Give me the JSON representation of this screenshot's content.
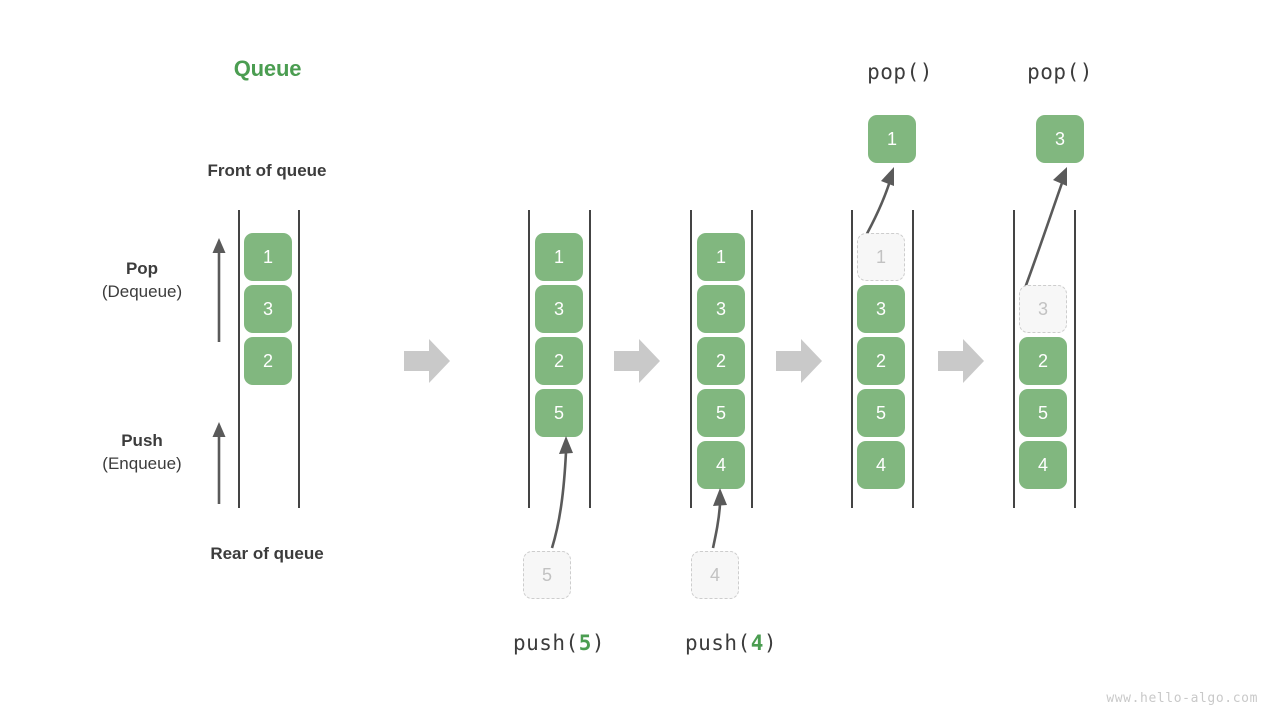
{
  "title": "Queue",
  "labels": {
    "front": "Front of queue",
    "rear": "Rear of queue",
    "pop_main": "Pop",
    "pop_sub": "(Dequeue)",
    "push_main": "Push",
    "push_sub": "(Enqueue)"
  },
  "colors": {
    "accent_green": "#4b9d51",
    "cell_green": "#81b77f",
    "ghost_fill": "#f7f7f7",
    "ghost_border": "#cdcdcd",
    "ghost_text": "#c2c2c2",
    "rail": "#444444",
    "arrow": "#5a5a5a",
    "step_arrow": "#c9c9c9",
    "text": "#3c3c3c",
    "watermark": "#c9c9c9"
  },
  "panels": [
    {
      "name": "initial-queue",
      "caption": "",
      "cells": [
        "1",
        "3",
        "2"
      ],
      "ghost_index": -1,
      "ejected": "",
      "incoming": ""
    },
    {
      "name": "after-push-5",
      "caption_prefix": "push(",
      "caption_arg": "5",
      "caption_suffix": ")",
      "cells": [
        "1",
        "3",
        "2",
        "5"
      ],
      "ghost_index": -1,
      "ejected": "",
      "incoming": "5"
    },
    {
      "name": "after-push-4",
      "caption_prefix": "push(",
      "caption_arg": "4",
      "caption_suffix": ")",
      "cells": [
        "1",
        "3",
        "2",
        "5",
        "4"
      ],
      "ghost_index": -1,
      "ejected": "",
      "incoming": "4"
    },
    {
      "name": "after-pop-1",
      "caption": "pop()",
      "cells": [
        "1",
        "3",
        "2",
        "5",
        "4"
      ],
      "ghost_index": 0,
      "ejected": "1",
      "incoming": ""
    },
    {
      "name": "after-pop-3",
      "caption": "pop()",
      "cells": [
        "",
        "3",
        "2",
        "5",
        "4"
      ],
      "ghost_index": 1,
      "ejected": "3",
      "incoming": ""
    }
  ],
  "step_arrows": [
    {
      "name": "step-arrow-1"
    },
    {
      "name": "step-arrow-2"
    },
    {
      "name": "step-arrow-3"
    },
    {
      "name": "step-arrow-4"
    }
  ],
  "watermark": "www.hello-algo.com"
}
